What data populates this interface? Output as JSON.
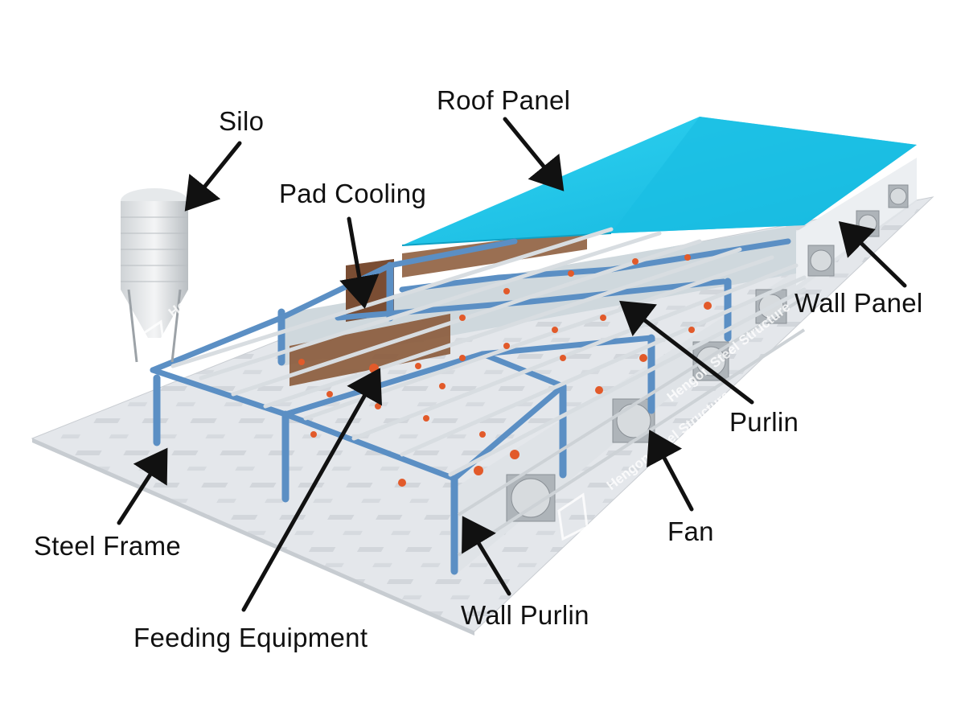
{
  "labels": {
    "silo": "Silo",
    "roof_panel": "Roof Panel",
    "pad_cooling": "Pad Cooling",
    "wall_panel": "Wall Panel",
    "purlin": "Purlin",
    "fan": "Fan",
    "steel_frame": "Steel Frame",
    "wall_purlin": "Wall Purlin",
    "feeding_equipment": "Feeding Equipment"
  },
  "watermark": {
    "text": "Hengon Steel Structure"
  },
  "colors": {
    "roof": "#1ec3e6",
    "steel_frame": "#5b8fc4",
    "pad_cooling": "#8a5a3a",
    "floor": "#e3e6ea",
    "feeder": "#e25a2a",
    "wall": "#e9ecef"
  }
}
